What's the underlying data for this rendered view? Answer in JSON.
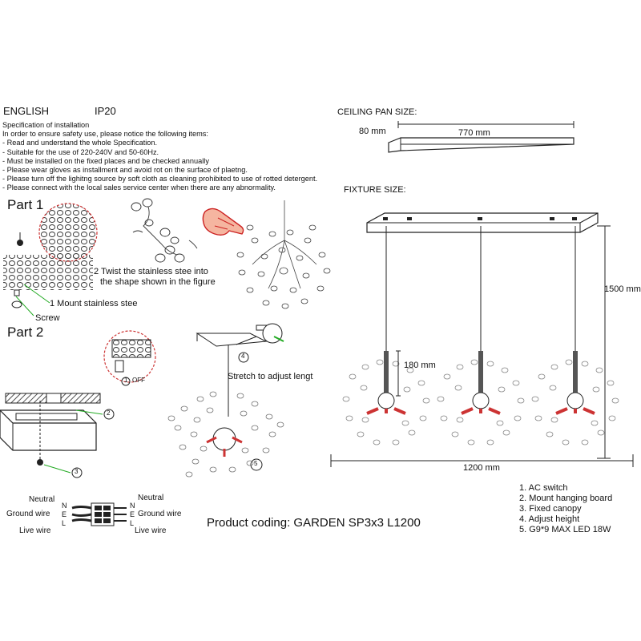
{
  "header": {
    "language": "ENGLISH",
    "ip_rating": "IP20"
  },
  "spec": {
    "title": "Specification of installation",
    "lines": [
      "In order to ensure safety use, please notice the following items:",
      "- Read and understand the whole Specification.",
      "- Suitable for the use of 220-240V and 50-60Hz.",
      "- Must be installed on the fixed places and be checked annually",
      "- Please wear gloves as installment and avoid rot on the surface of plaetng.",
      "- Please turn off the lighitng source by soft cloth as cleaning prohibited to use of rotted detergent.",
      "- Please connect with the local sales service center when there are any abnormality."
    ]
  },
  "part1": {
    "title": "Part 1",
    "step2": "2  Twist the stainless stee into",
    "step2b": "the shape shown in the figure",
    "step1": "1  Mount stainless stee",
    "screw": "Screw"
  },
  "part2": {
    "title": "Part 2",
    "off_label": "OFF",
    "stretch": "Stretch to adjust lengt",
    "callout_1": "1",
    "callout_2": "2",
    "callout_3": "3",
    "callout_4": "4",
    "callout_5": "5"
  },
  "wiring": {
    "left": {
      "neutral": "Neutral",
      "ground": "Ground wire",
      "live": "Live wire"
    },
    "right": {
      "neutral": "Neutral",
      "ground": "Ground wire",
      "live": "Live wire"
    },
    "letters_left": [
      "N",
      "E",
      "L"
    ],
    "letters_right": [
      "N",
      "E",
      "L"
    ]
  },
  "product_code": "Product coding: GARDEN SP3x3 L1200",
  "ceiling": {
    "title": "CEILING PAN  SIZE:",
    "height": "80 mm",
    "length": "770 mm"
  },
  "fixture": {
    "title": "FIXTURE SIZE:",
    "height": "1500 mm",
    "drop": "180 mm",
    "width": "1200 mm"
  },
  "legend": [
    "1. AC switch",
    "2. Mount hanging board",
    "3. Fixed canopy",
    "4. Adjust height",
    "5. G9*9 MAX LED 18W"
  ]
}
